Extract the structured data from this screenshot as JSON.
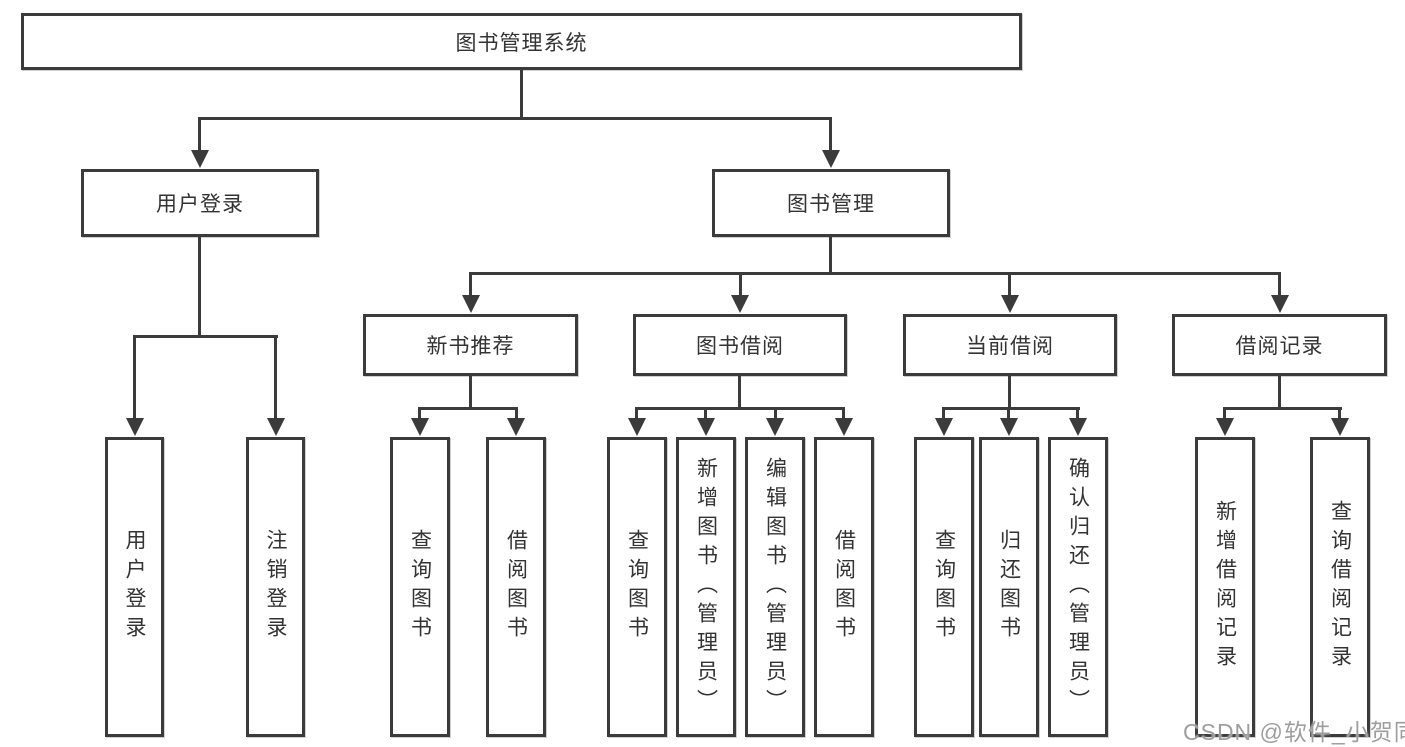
{
  "diagram": {
    "root": {
      "label": "图书管理系统"
    },
    "level1": [
      {
        "id": "user-login",
        "label": "用户登录"
      },
      {
        "id": "book-management",
        "label": "图书管理"
      }
    ],
    "level2": [
      {
        "id": "new-book-recommend",
        "label": "新书推荐",
        "parent": "图书管理"
      },
      {
        "id": "book-borrow",
        "label": "图书借阅",
        "parent": "图书管理"
      },
      {
        "id": "current-borrow",
        "label": "当前借阅",
        "parent": "图书管理"
      },
      {
        "id": "borrow-records",
        "label": "借阅记录",
        "parent": "图书管理"
      }
    ],
    "leaves": [
      {
        "parent": "用户登录",
        "label": "用户登录"
      },
      {
        "parent": "用户登录",
        "label": "注销登录"
      },
      {
        "parent": "新书推荐",
        "label": "查询图书"
      },
      {
        "parent": "新书推荐",
        "label": "借阅图书"
      },
      {
        "parent": "图书借阅",
        "label": "查询图书"
      },
      {
        "parent": "图书借阅",
        "label": "新增图书（管理员）"
      },
      {
        "parent": "图书借阅",
        "label": "编辑图书（管理员）"
      },
      {
        "parent": "图书借阅",
        "label": "借阅图书"
      },
      {
        "parent": "当前借阅",
        "label": "查询图书"
      },
      {
        "parent": "当前借阅",
        "label": "归还图书"
      },
      {
        "parent": "当前借阅",
        "label": "确认归还（管理员）"
      },
      {
        "parent": "借阅记录",
        "label": "新增借阅记录"
      },
      {
        "parent": "借阅记录",
        "label": "查询借阅记录"
      }
    ],
    "watermark": "CSDN @软件_小贺同学",
    "colors": {
      "line": "#3b3b3b",
      "text": "#333333",
      "watermark": "#9e9e9e",
      "background": "#ffffff"
    }
  }
}
